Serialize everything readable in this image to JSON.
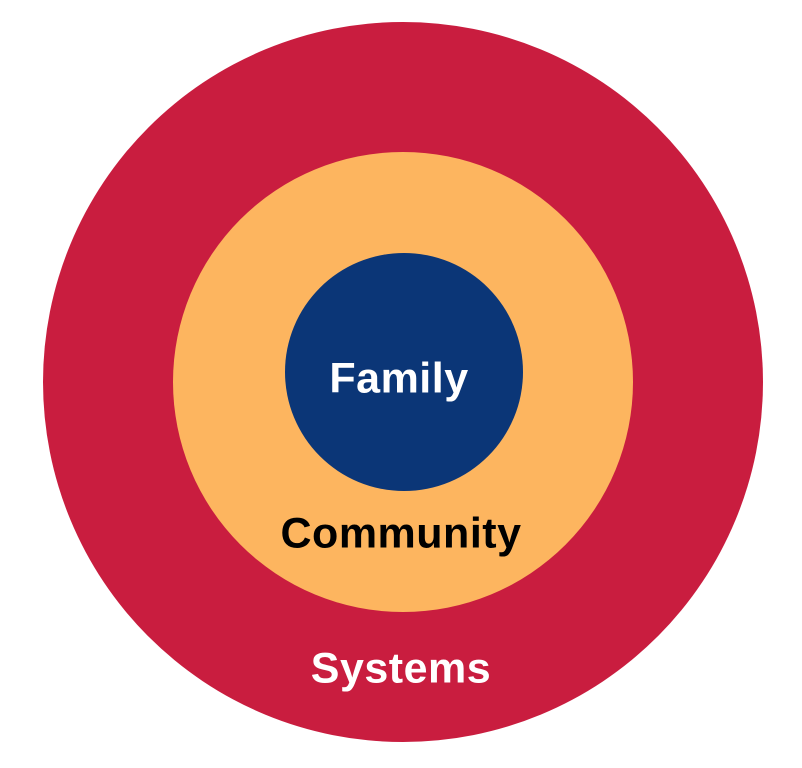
{
  "diagram": {
    "type": "concentric-circles",
    "background_color": "#FFFFFF",
    "rings": [
      {
        "level": "outer",
        "label": "Systems",
        "fill_color": "#C91D3F",
        "text_color": "#FFFFFF"
      },
      {
        "level": "middle",
        "label": "Community",
        "fill_color": "#FDB55F",
        "text_color": "#000000"
      },
      {
        "level": "inner",
        "label": "Family",
        "fill_color": "#0B3677",
        "text_color": "#FFFFFF"
      }
    ]
  }
}
